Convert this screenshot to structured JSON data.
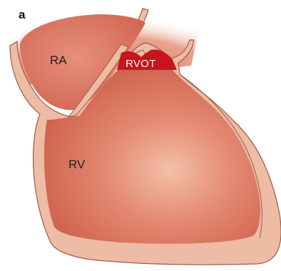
{
  "panel_label": "a",
  "labels": {
    "ra": "RA",
    "rv": "RV",
    "rvot": "RVOT"
  },
  "colors": {
    "chamber_center": "#f3c0a8",
    "chamber_mid": "#e0806a",
    "chamber_edge": "#c85c48",
    "wall": "#eebba4",
    "wall_outline": "#9a5a48",
    "rvot_highlight": "#c8141c"
  }
}
